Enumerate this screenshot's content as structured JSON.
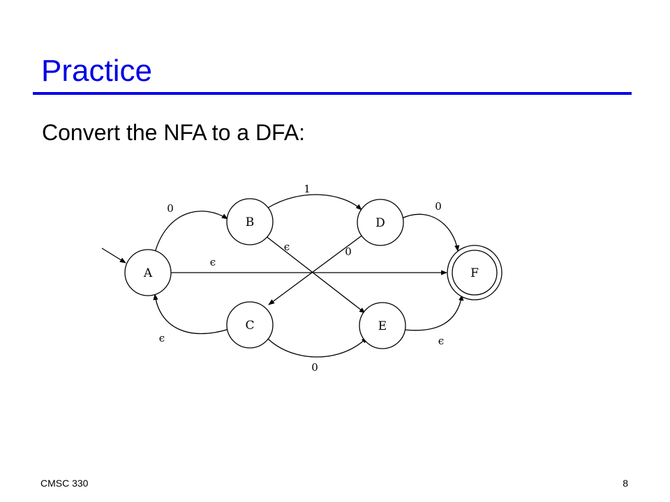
{
  "slide": {
    "title": "Practice",
    "subtitle": "Convert the NFA to a DFA:",
    "footer_left": "CMSC 330",
    "page_number": "8"
  },
  "nfa": {
    "start_state": "A",
    "accepting_states": [
      "F"
    ],
    "states": [
      {
        "id": "A",
        "label": "A"
      },
      {
        "id": "B",
        "label": "B"
      },
      {
        "id": "C",
        "label": "C"
      },
      {
        "id": "D",
        "label": "D"
      },
      {
        "id": "E",
        "label": "E"
      },
      {
        "id": "F",
        "label": "F"
      }
    ],
    "transitions": [
      {
        "from": "A",
        "to": "B",
        "label": "0"
      },
      {
        "from": "B",
        "to": "D",
        "label": "1"
      },
      {
        "from": "D",
        "to": "F",
        "label": "0"
      },
      {
        "from": "B",
        "to": "E",
        "label": "ϵ"
      },
      {
        "from": "D",
        "to": "C",
        "label": "0"
      },
      {
        "from": "A",
        "to": "F",
        "label": "ϵ"
      },
      {
        "from": "C",
        "to": "A",
        "label": "ϵ"
      },
      {
        "from": "C",
        "to": "E",
        "label": "0"
      },
      {
        "from": "E",
        "to": "F",
        "label": "ϵ"
      }
    ]
  },
  "colors": {
    "title": "#0000e6",
    "rule": "#0000e6",
    "ink": "#000000"
  }
}
